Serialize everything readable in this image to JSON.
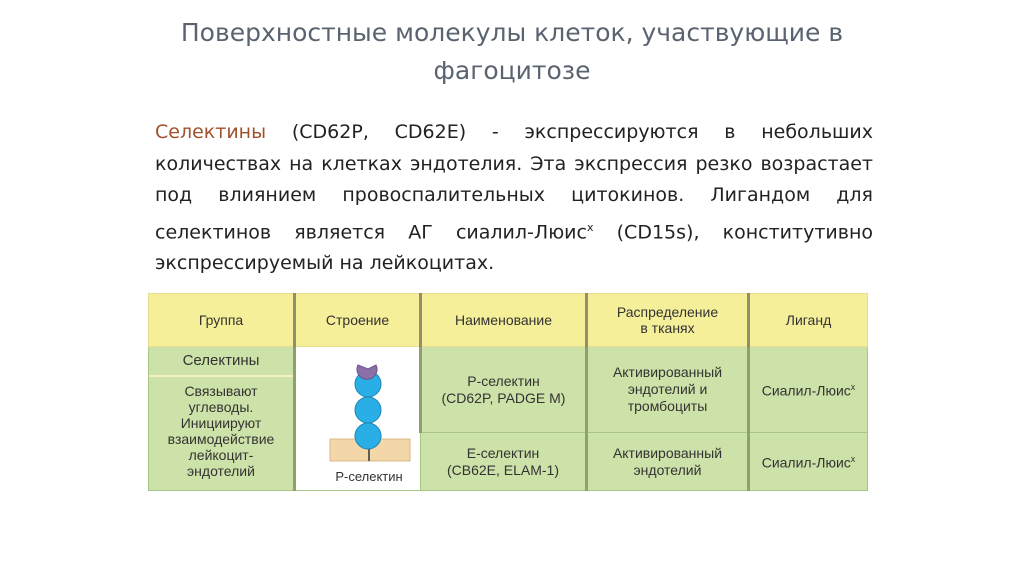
{
  "slide": {
    "title_line1": "Поверхностные молекулы клеток, участвующие в",
    "title_line2": "фагоцитозе",
    "para": {
      "term": "Селектины",
      "text": " (CD62P, CD62E) - экспрессируются в небольших количествах на клетках эндотелия. Эта экспрессия резко возрастает под влиянием провоспалительных цитокинов. Лигандом для селектинов является АГ сиалил-Люис",
      "sup": "x",
      "text_end": " (CD15s), конститутивно экспрессируемый на лейкоцитах."
    }
  },
  "table": {
    "headers": {
      "group": "Группа",
      "structure": "Строение",
      "name": "Наименование",
      "distribution_line1": "Распределение",
      "distribution_line2": "в тканях",
      "ligand": "Лиганд"
    },
    "group": {
      "title": "Селектины",
      "desc_lines": [
        "Связывают",
        "углеводы.",
        "Инициируют",
        "взаимодействие",
        "лейкоцит-",
        "эндотелий"
      ]
    },
    "structure_label": "P-селектин",
    "rows": [
      {
        "name_line1": "P-селектин",
        "name_line2": "(CD62P, PADGE M)",
        "dist_lines": [
          "Активированный",
          "эндотелий и",
          "тромбоциты"
        ],
        "ligand": "Сиалил-Люис",
        "ligand_sup": "x"
      },
      {
        "name_line1": "E-селектин",
        "name_line2": "(CB62E, ELAM-1)",
        "dist_lines": [
          "Активированный",
          "эндотелий"
        ],
        "ligand": "Сиалил-Люис",
        "ligand_sup": "x"
      }
    ]
  },
  "colors": {
    "header_bg": "#f6ef9a",
    "cell_bg": "#cde2a8",
    "title_text": "#5a6470",
    "term_text": "#a0522d",
    "sphere": "#29aee6",
    "cap": "#8a6fa8",
    "membrane": "#f4d7a8"
  }
}
